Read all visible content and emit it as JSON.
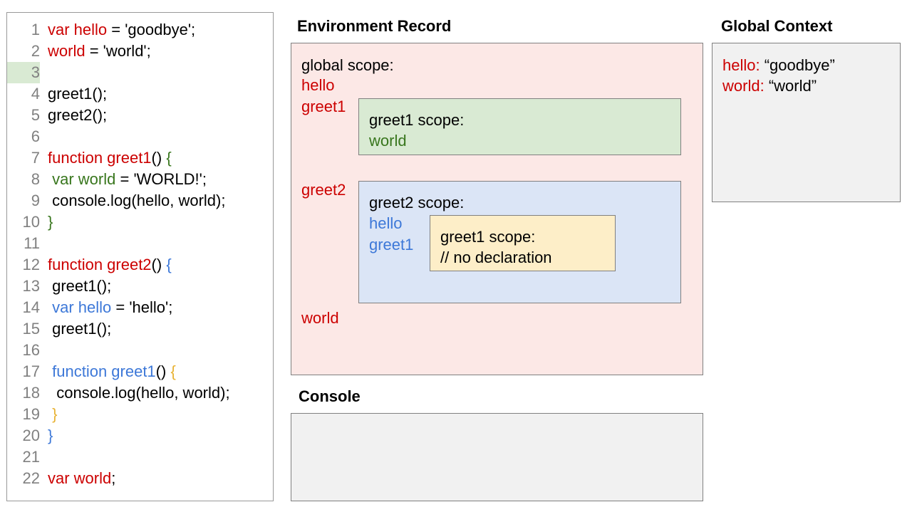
{
  "code_panel": {
    "lines": [
      {
        "num": "1",
        "highlight": false,
        "indent": 0,
        "tokens": [
          {
            "t": "var hello",
            "c": "red"
          },
          {
            "t": " = 'goodbye';",
            "c": "black"
          }
        ]
      },
      {
        "num": "2",
        "highlight": false,
        "indent": 0,
        "tokens": [
          {
            "t": "world",
            "c": "red"
          },
          {
            "t": " = 'world';",
            "c": "black"
          }
        ]
      },
      {
        "num": "3",
        "highlight": true,
        "indent": 0,
        "tokens": []
      },
      {
        "num": "4",
        "highlight": false,
        "indent": 0,
        "tokens": [
          {
            "t": "greet1();",
            "c": "black"
          }
        ]
      },
      {
        "num": "5",
        "highlight": false,
        "indent": 0,
        "tokens": [
          {
            "t": "greet2();",
            "c": "black"
          }
        ]
      },
      {
        "num": "6",
        "highlight": false,
        "indent": 0,
        "tokens": []
      },
      {
        "num": "7",
        "highlight": false,
        "indent": 0,
        "tokens": [
          {
            "t": "function greet1",
            "c": "red"
          },
          {
            "t": "() ",
            "c": "black"
          },
          {
            "t": "{",
            "c": "green"
          }
        ]
      },
      {
        "num": "8",
        "highlight": false,
        "indent": 0,
        "tokens": [
          {
            "t": " ",
            "c": "black"
          },
          {
            "t": "var world",
            "c": "green"
          },
          {
            "t": " = 'WORLD!';",
            "c": "black"
          }
        ]
      },
      {
        "num": "9",
        "highlight": false,
        "indent": 0,
        "tokens": [
          {
            "t": " console.log(hello, world);",
            "c": "black"
          }
        ]
      },
      {
        "num": "10",
        "highlight": false,
        "indent": 0,
        "tokens": [
          {
            "t": "}",
            "c": "green"
          }
        ]
      },
      {
        "num": "11",
        "highlight": false,
        "indent": 0,
        "tokens": []
      },
      {
        "num": "12",
        "highlight": false,
        "indent": 0,
        "tokens": [
          {
            "t": "function greet2",
            "c": "red"
          },
          {
            "t": "() ",
            "c": "black"
          },
          {
            "t": "{",
            "c": "blue"
          }
        ]
      },
      {
        "num": "13",
        "highlight": false,
        "indent": 0,
        "tokens": [
          {
            "t": " greet1();",
            "c": "black"
          }
        ]
      },
      {
        "num": "14",
        "highlight": false,
        "indent": 0,
        "tokens": [
          {
            "t": " ",
            "c": "black"
          },
          {
            "t": "var hello",
            "c": "blue"
          },
          {
            "t": " = 'hello';",
            "c": "black"
          }
        ]
      },
      {
        "num": "15",
        "highlight": false,
        "indent": 0,
        "tokens": [
          {
            "t": " greet1();",
            "c": "black"
          }
        ]
      },
      {
        "num": "16",
        "highlight": false,
        "indent": 0,
        "tokens": []
      },
      {
        "num": "17",
        "highlight": false,
        "indent": 0,
        "tokens": [
          {
            "t": " ",
            "c": "black"
          },
          {
            "t": "function greet1",
            "c": "blue"
          },
          {
            "t": "() ",
            "c": "black"
          },
          {
            "t": "{",
            "c": "yellow"
          }
        ]
      },
      {
        "num": "18",
        "highlight": false,
        "indent": 0,
        "tokens": [
          {
            "t": "  console.log(hello, world);",
            "c": "black"
          }
        ]
      },
      {
        "num": "19",
        "highlight": false,
        "indent": 0,
        "tokens": [
          {
            "t": " ",
            "c": "black"
          },
          {
            "t": "}",
            "c": "yellow"
          }
        ]
      },
      {
        "num": "20",
        "highlight": false,
        "indent": 0,
        "tokens": [
          {
            "t": "}",
            "c": "blue"
          }
        ]
      },
      {
        "num": "21",
        "highlight": false,
        "indent": 0,
        "tokens": []
      },
      {
        "num": "22",
        "highlight": false,
        "indent": 0,
        "tokens": [
          {
            "t": "var world",
            "c": "red"
          },
          {
            "t": ";",
            "c": "black"
          }
        ]
      }
    ]
  },
  "environment_record": {
    "title": "Environment Record",
    "global_scope": {
      "heading": "global scope:",
      "variables": [
        "hello",
        "greet1",
        "greet2",
        "world"
      ]
    },
    "greet1_scope": {
      "heading": "greet1 scope:",
      "variables": [
        "world"
      ]
    },
    "greet2_scope": {
      "heading": "greet2 scope:",
      "variables": [
        "hello",
        "greet1"
      ]
    },
    "greet1_inner_scope": {
      "heading": "greet1 scope:",
      "note": "// no declaration"
    }
  },
  "console": {
    "title": "Console",
    "entries": []
  },
  "global_context": {
    "title": "Global Context",
    "entries": [
      {
        "key": "hello:",
        "value": "“goodbye”"
      },
      {
        "key": "world:",
        "value": "“world”"
      }
    ]
  },
  "colors": {
    "red": "#cc0000",
    "green": "#38761d",
    "blue": "#3d78d8",
    "yellow": "#e8b233",
    "pink_bg": "#fce8e6",
    "green_bg": "#d9ead3",
    "blue_bg": "#dbe5f6",
    "yellow_bg": "#fdeec8",
    "gray_bg": "#f1f1f1",
    "border": "#808080",
    "line_number": "#808080",
    "highlight_bg": "#d9ead3"
  }
}
